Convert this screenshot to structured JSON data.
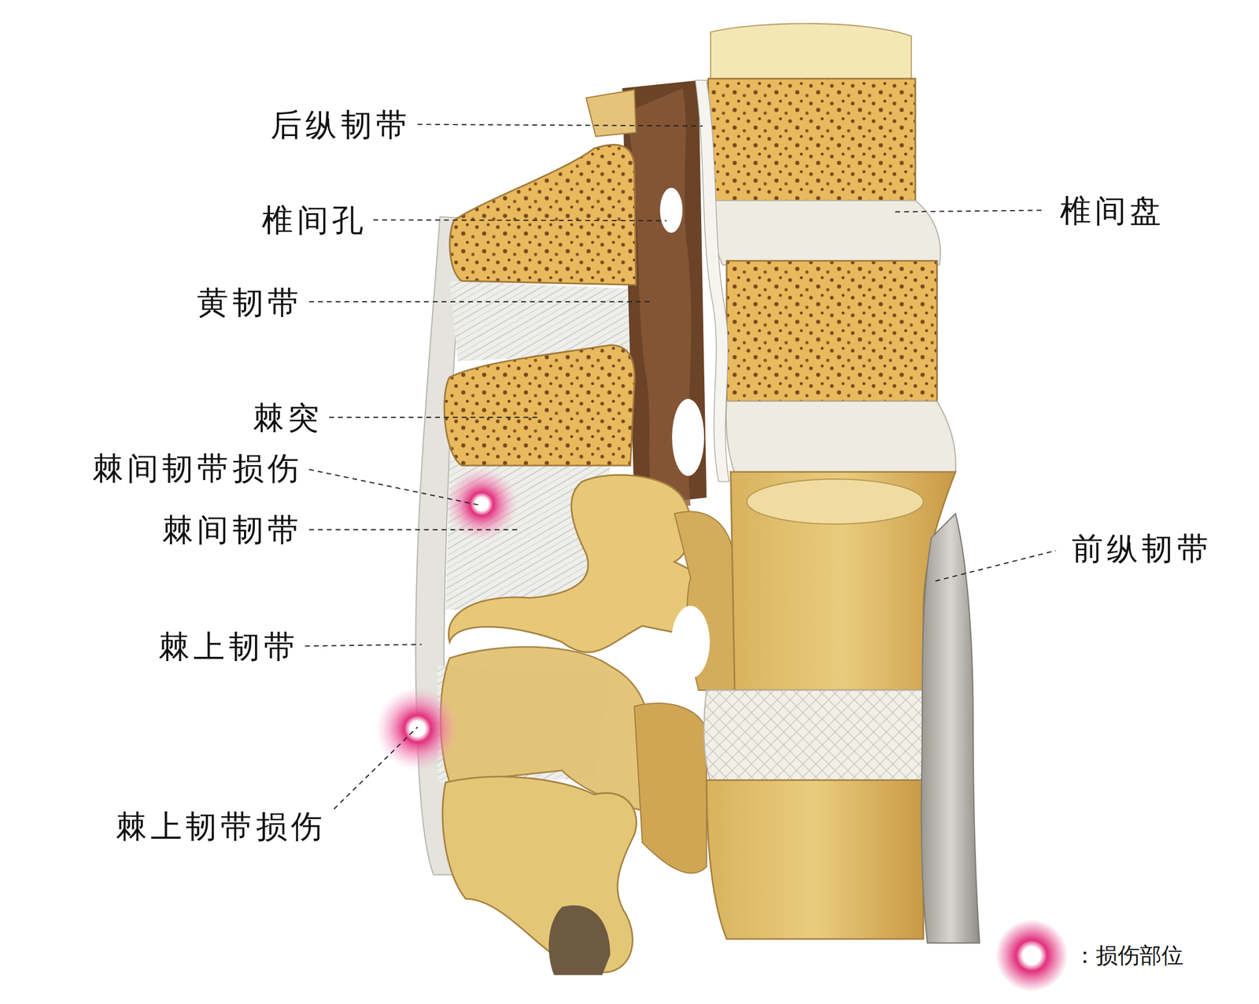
{
  "diagram": {
    "labels": [
      "后纵韧带",
      "椎间孔",
      "椎间盘",
      "黄韧带",
      "棘突",
      "棘间韧带损伤",
      "棘间韧带",
      "前纵韧带",
      "棘上韧带",
      "棘上韧带损伤"
    ],
    "legend": [
      {
        "text": "：损伤部位",
        "color": "#e2307c"
      }
    ]
  }
}
